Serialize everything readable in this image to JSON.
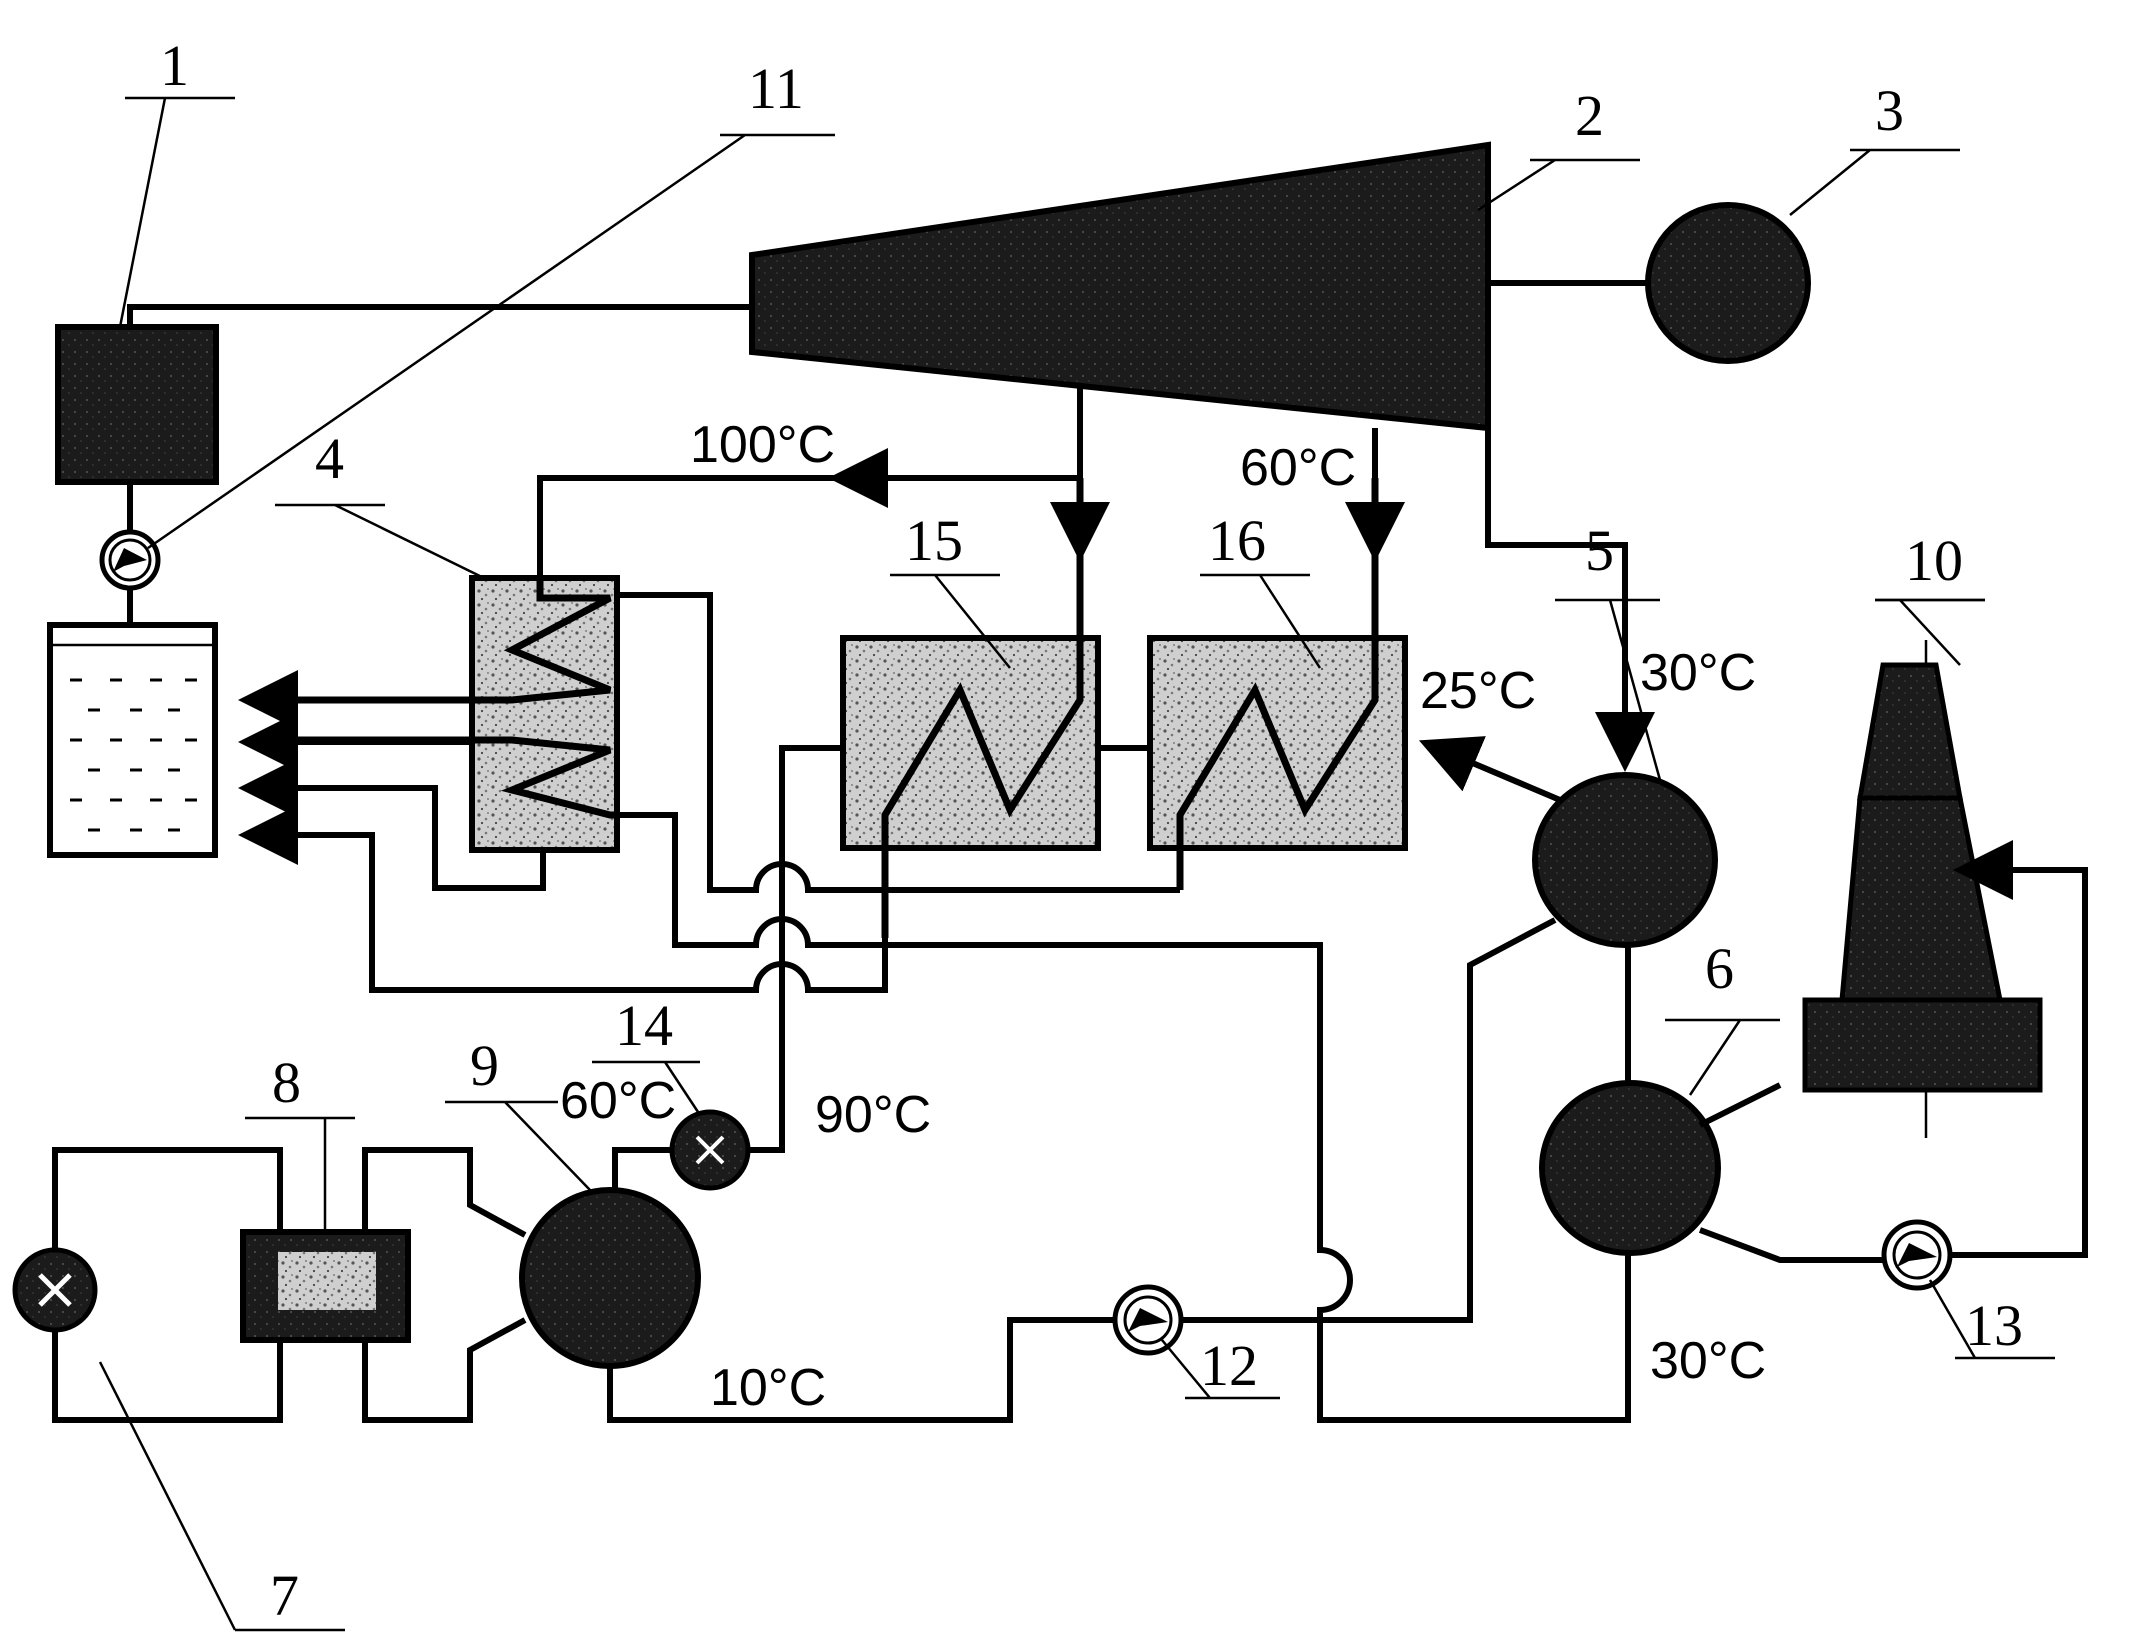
{
  "labels": {
    "n1": "1",
    "n2": "2",
    "n3": "3",
    "n4": "4",
    "n5": "5",
    "n6": "6",
    "n7": "7",
    "n8": "8",
    "n9": "9",
    "n10": "10",
    "n11": "11",
    "n12": "12",
    "n13": "13",
    "n14": "14",
    "n15": "15",
    "n16": "16"
  },
  "temps": {
    "t100": "100°C",
    "t60_top": "60°C",
    "t25": "25°C",
    "t30_top": "30°C",
    "t60_left": "60°C",
    "t90": "90°C",
    "t10": "10°C",
    "t30_bottom": "30°C"
  }
}
